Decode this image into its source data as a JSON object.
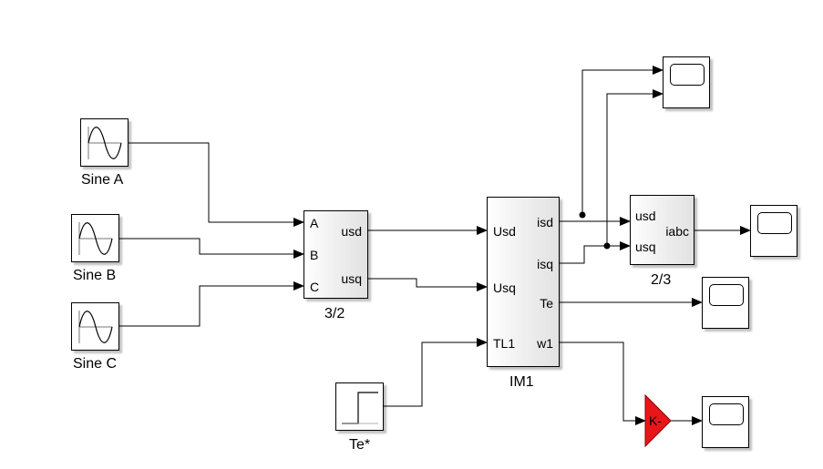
{
  "colors": {
    "wire": "#000000",
    "gain_fill": "#e8161b"
  },
  "sources": {
    "sine_a": {
      "label": "Sine A",
      "icon": "sine-wave-icon"
    },
    "sine_b": {
      "label": "Sine B",
      "icon": "sine-wave-icon"
    },
    "sine_c": {
      "label": "Sine C",
      "icon": "sine-wave-icon"
    },
    "step": {
      "label": "Te*",
      "icon": "step-icon"
    }
  },
  "transform_32": {
    "label": "3/2",
    "inputs": [
      "A",
      "B",
      "C"
    ],
    "outputs": [
      "usd",
      "usq"
    ]
  },
  "motor": {
    "label": "IM1",
    "inputs": [
      "Usd",
      "Usq",
      "TL1"
    ],
    "outputs": [
      "isd",
      "isq",
      "Te",
      "w1"
    ]
  },
  "transform_23": {
    "label": "2/3",
    "inputs": [
      "usd",
      "usq"
    ],
    "outputs": [
      "iabc"
    ]
  },
  "gain": {
    "label": "K-"
  },
  "scopes": [
    {
      "id": "scope-1",
      "icon": "scope-icon"
    },
    {
      "id": "scope-2",
      "icon": "scope-icon"
    },
    {
      "id": "scope-3",
      "icon": "scope-icon"
    },
    {
      "id": "scope-4",
      "icon": "scope-icon"
    }
  ]
}
